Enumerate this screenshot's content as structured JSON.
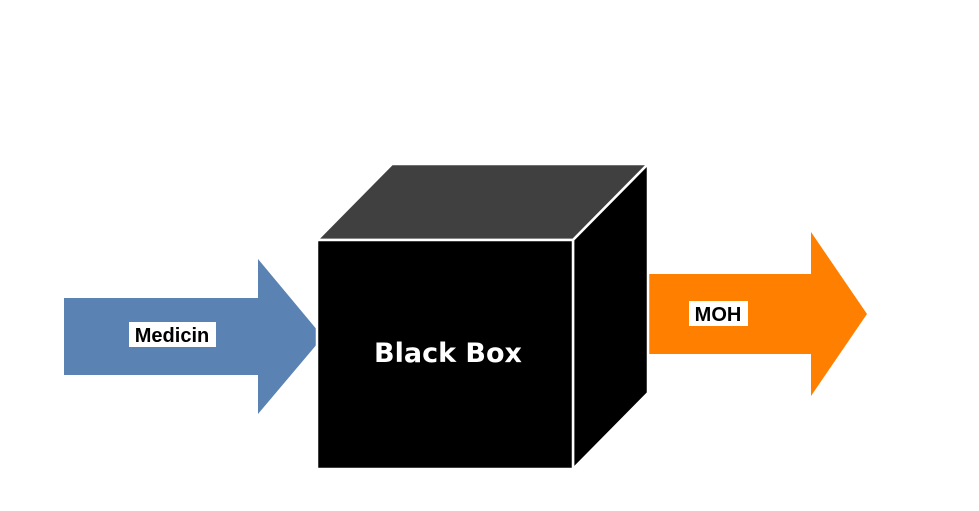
{
  "diagram": {
    "input_arrow": {
      "label": "Medicin",
      "color": "#5a82b3"
    },
    "black_box": {
      "label": "Black Box",
      "front_color": "#000000",
      "top_color": "#404040",
      "side_color": "#000000",
      "edge_color": "#ffffff"
    },
    "output_arrow": {
      "label": "MOH",
      "color": "#ff7f00"
    }
  }
}
